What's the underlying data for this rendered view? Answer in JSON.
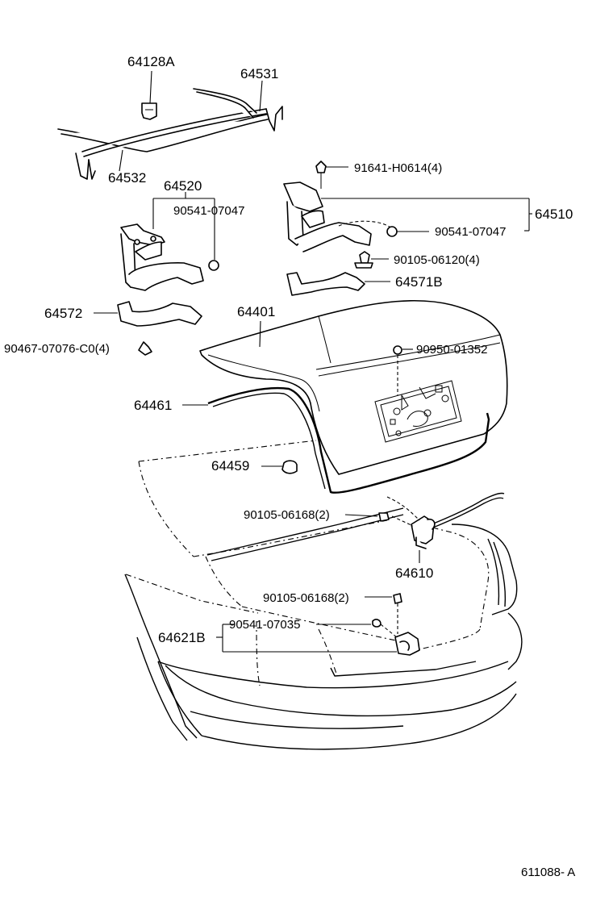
{
  "labels": {
    "p64128A": "64128A",
    "p64531": "64531",
    "p64532": "64532",
    "p64520": "64520",
    "p90541_07047_left": "90541-07047",
    "p91641": "91641-H0614(4)",
    "p64510": "64510",
    "p90541_07047_right": "90541-07047",
    "p90105_06120": "90105-06120(4)",
    "p64571B": "64571B",
    "p64572": "64572",
    "p64401": "64401",
    "p90467": "90467-07076-C0(4)",
    "p90950": "90950-01352",
    "p64461": "64461",
    "p64459": "64459",
    "p90105_06168_upper": "90105-06168(2)",
    "p64610": "64610",
    "p90105_06168_lower": "90105-06168(2)",
    "p90541_07035": "90541-07035",
    "p64621B": "64621B",
    "drawing_code": "611088- A"
  }
}
